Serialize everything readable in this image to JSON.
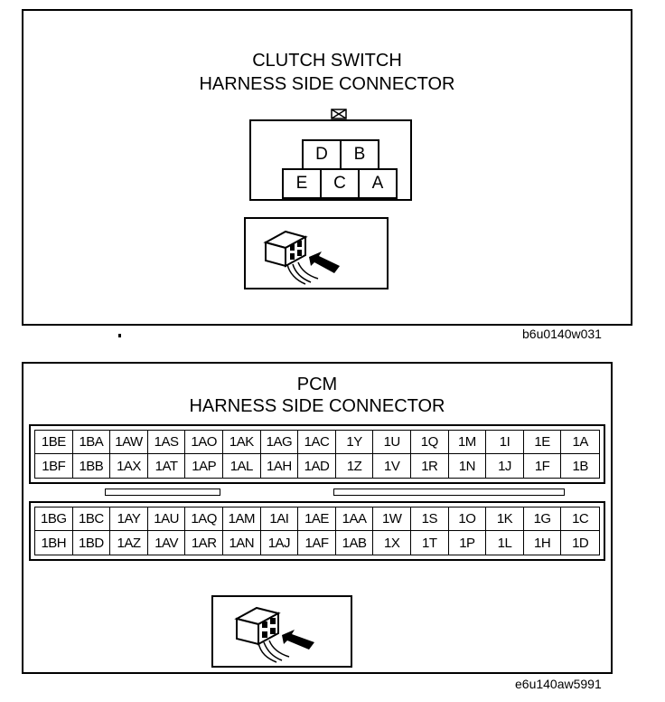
{
  "clutch": {
    "title_line1": "CLUTCH SWITCH",
    "title_line2": "HARNESS SIDE CONNECTOR",
    "pins_top": [
      "D",
      "B"
    ],
    "pins_bottom": [
      "E",
      "C",
      "A"
    ],
    "caption": "b6u0140w031"
  },
  "pcm": {
    "title_line1": "PCM",
    "title_line2": "HARNESS SIDE CONNECTOR",
    "upper_rows": [
      [
        "1BE",
        "1BA",
        "1AW",
        "1AS",
        "1AO",
        "1AK",
        "1AG",
        "1AC",
        "1Y",
        "1U",
        "1Q",
        "1M",
        "1I",
        "1E",
        "1A"
      ],
      [
        "1BF",
        "1BB",
        "1AX",
        "1AT",
        "1AP",
        "1AL",
        "1AH",
        "1AD",
        "1Z",
        "1V",
        "1R",
        "1N",
        "1J",
        "1F",
        "1B"
      ]
    ],
    "lower_rows": [
      [
        "1BG",
        "1BC",
        "1AY",
        "1AU",
        "1AQ",
        "1AM",
        "1AI",
        "1AE",
        "1AA",
        "1W",
        "1S",
        "1O",
        "1K",
        "1G",
        "1C"
      ],
      [
        "1BH",
        "1BD",
        "1AZ",
        "1AV",
        "1AR",
        "1AN",
        "1AJ",
        "1AF",
        "1AB",
        "1X",
        "1T",
        "1P",
        "1L",
        "1H",
        "1D"
      ]
    ],
    "caption": "e6u140aw5991"
  }
}
